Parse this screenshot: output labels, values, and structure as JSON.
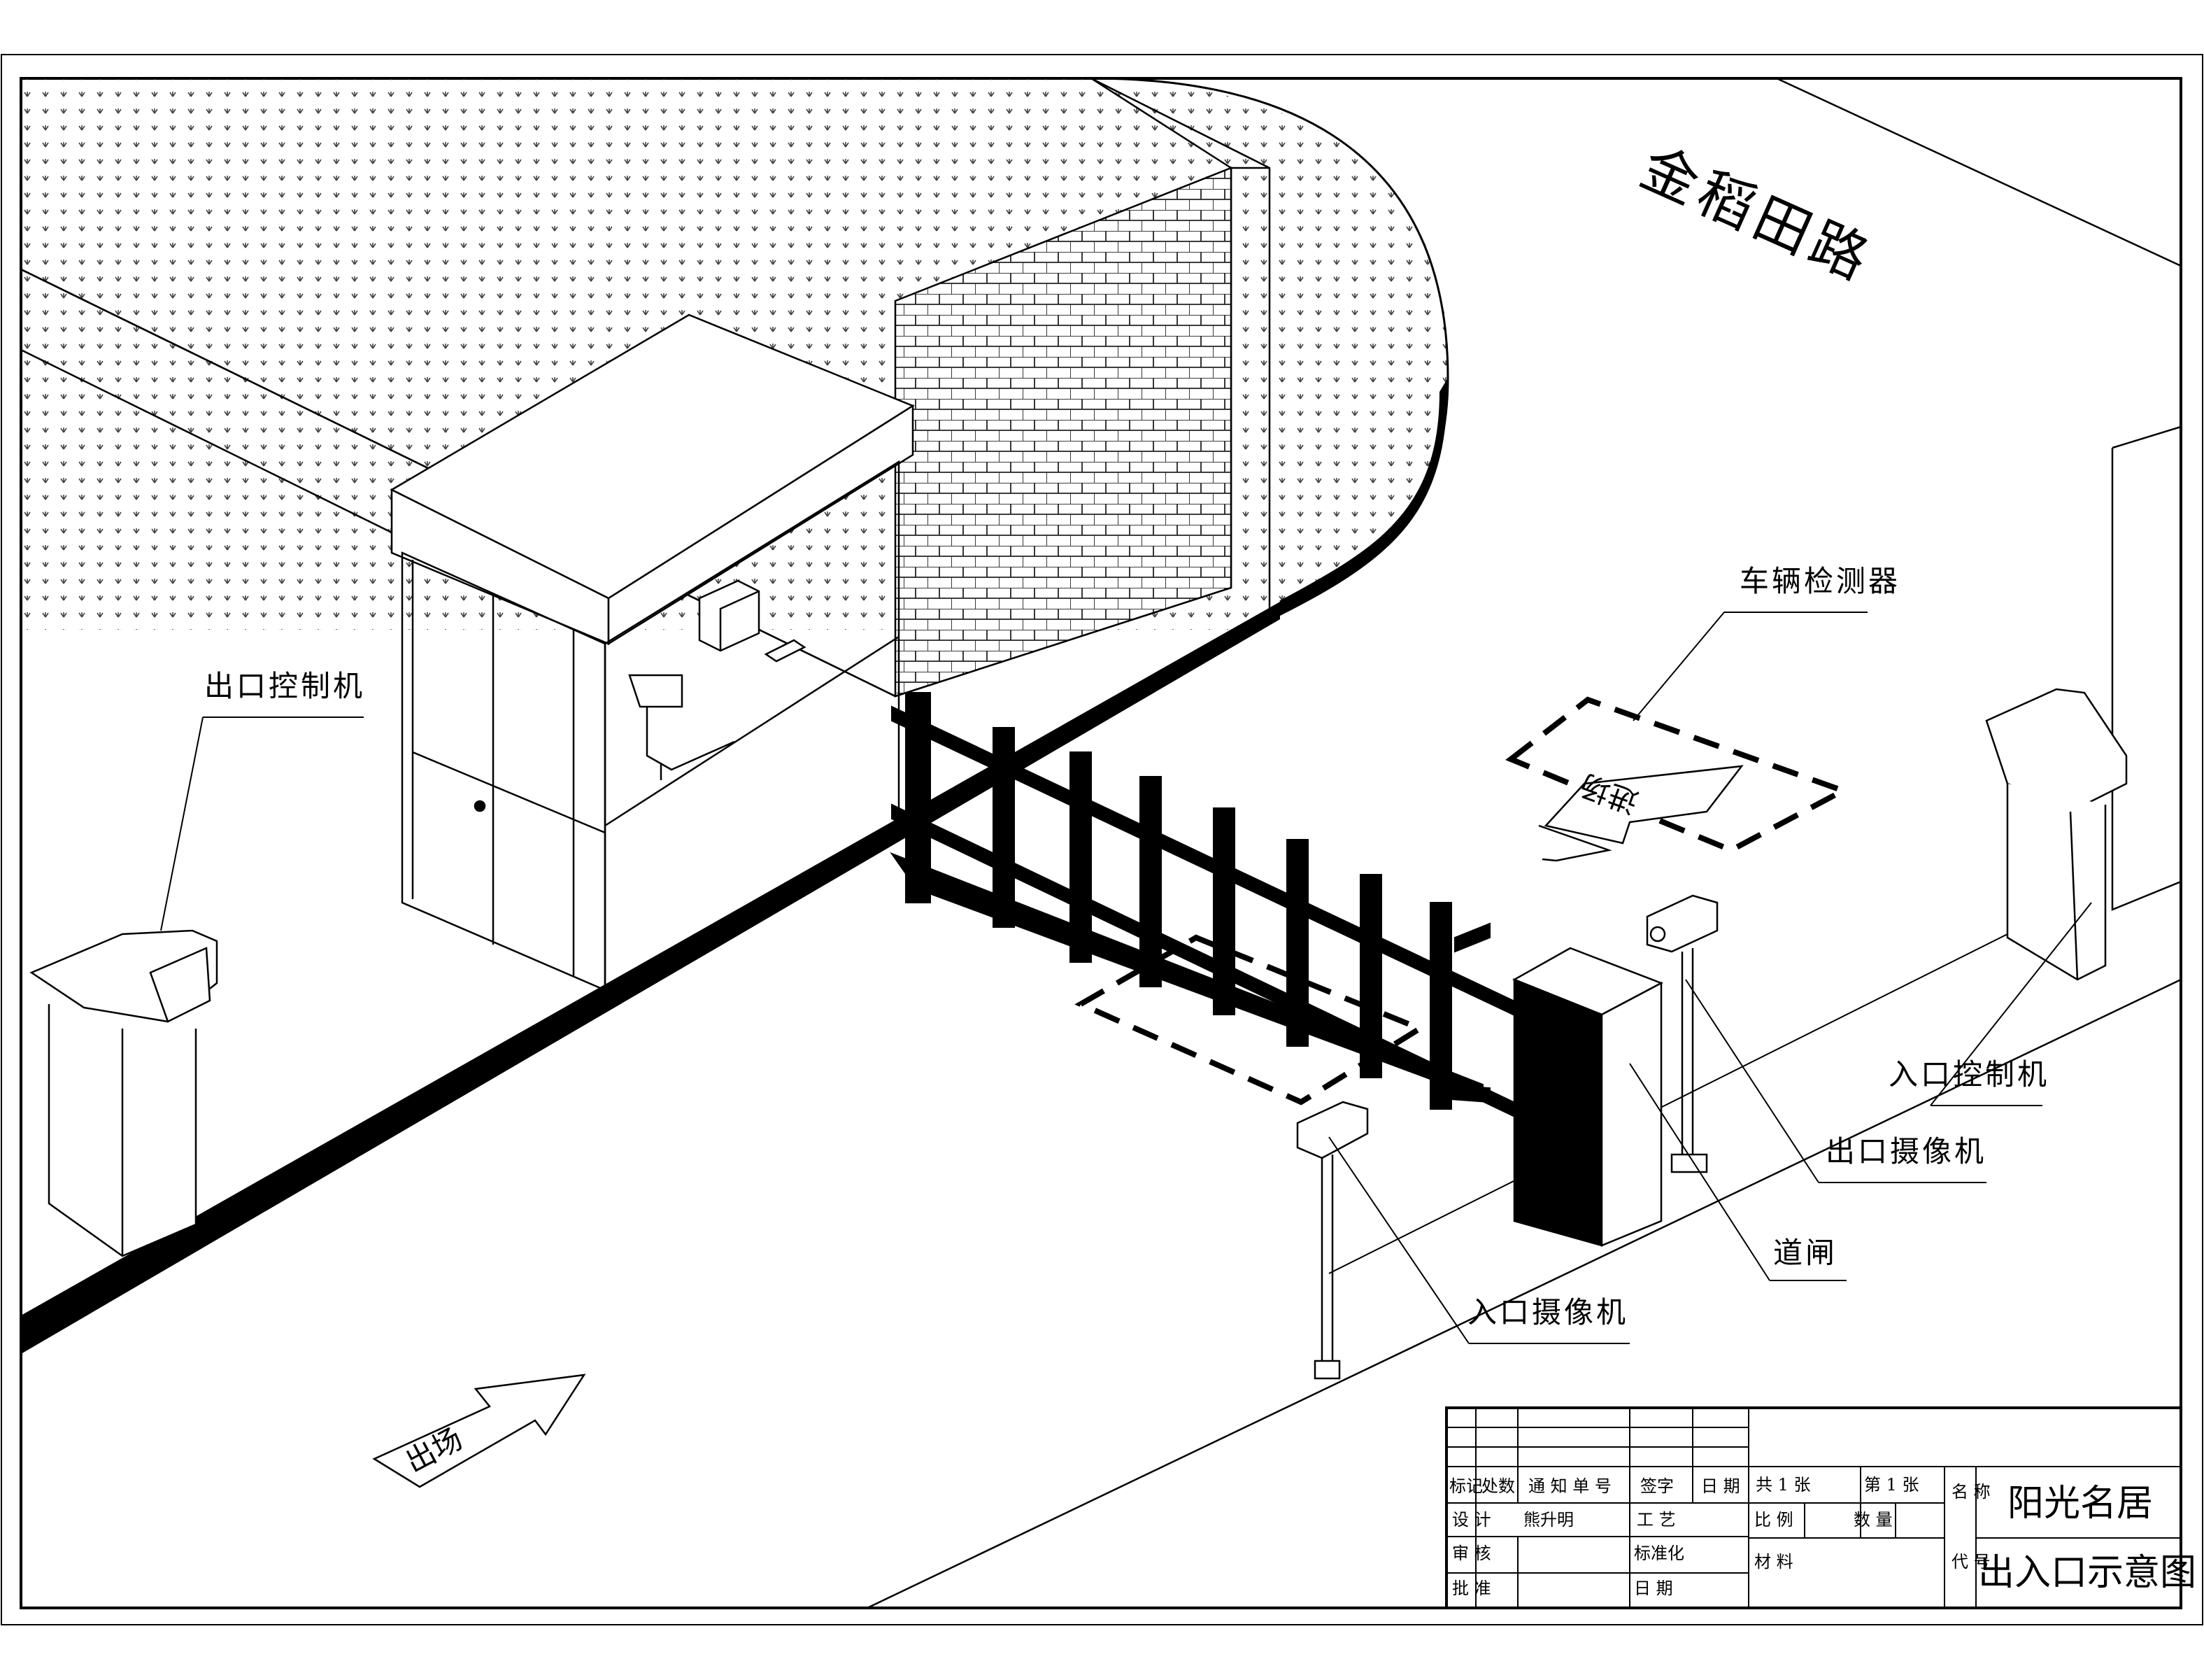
{
  "road_name": "金稻田路",
  "labels": {
    "vehicle_detector": "车辆检测器",
    "exit_controller": "出口控制机",
    "entry_controller": "入口控制机",
    "exit_camera": "出口摄像机",
    "barrier_gate": "道闸",
    "entry_camera": "入口摄像机"
  },
  "road_markings": {
    "entry_arrow_text": "进场",
    "exit_arrow_text": "出场"
  },
  "title_block": {
    "header_row": [
      "标记",
      "处数",
      "通 知 单 号",
      "签字",
      "日 期"
    ],
    "design_label": "设  计",
    "designer_name": "熊升明",
    "process_label": "工 艺",
    "review_label": "审  核",
    "standard_label": "标准化",
    "approve_label": "批  准",
    "date_label": "日  期",
    "sheet_total_label": "共  1  张",
    "sheet_no_label": "第  1  张",
    "scale_label": "比 例",
    "quantity_label": "数 量",
    "material_label": "材\n料",
    "name_label": "名\n称",
    "code_label": "代\n号",
    "project_name": "阳光名居",
    "drawing_title": "出入口示意图"
  }
}
